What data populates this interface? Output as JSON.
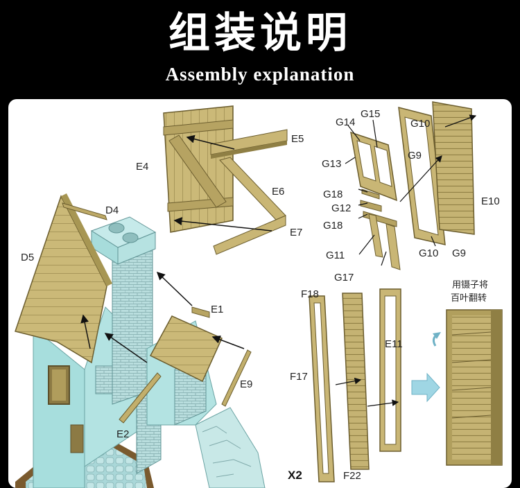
{
  "header": {
    "title_cn": "组装说明",
    "title_en": "Assembly explanation"
  },
  "labels": {
    "D4": "D4",
    "D5": "D5",
    "E1": "E1",
    "E2": "E2",
    "E4": "E4",
    "E5": "E5",
    "E6": "E6",
    "E7": "E7",
    "E9": "E9",
    "E10": "E10",
    "E11": "E11",
    "G9a": "G9",
    "G9b": "G9",
    "G10a": "G10",
    "G10b": "G10",
    "G11": "G11",
    "G12": "G12",
    "G13": "G13",
    "G14": "G14",
    "G15": "G15",
    "G17": "G17",
    "G18a": "G18",
    "G18b": "G18",
    "F17": "F17",
    "F18": "F18",
    "F22": "F22",
    "x2": "X2"
  },
  "note": {
    "line1": "用镊子将",
    "line2": "百叶翻转"
  },
  "colors": {
    "wood": "#c9b777",
    "wood_dark": "#8f7f44",
    "wall": "#a9e0df",
    "brick": "#b8dcdc",
    "arrow_blue": "#9fd6e4"
  }
}
